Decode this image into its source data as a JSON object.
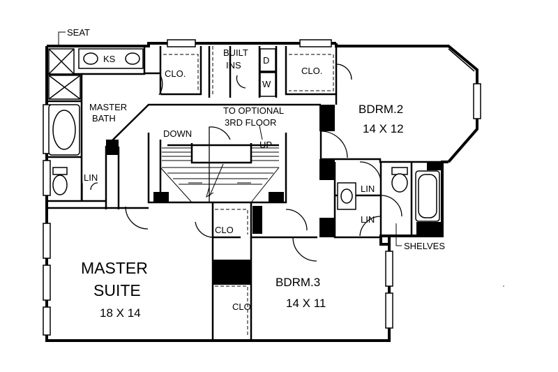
{
  "rooms": {
    "master_suite": {
      "name_line1": "MASTER",
      "name_line2": "SUITE",
      "size": "18 X 14"
    },
    "bdrm2": {
      "name": "BDRM.2",
      "size": "14 X 12"
    },
    "bdrm3": {
      "name": "BDRM.3",
      "size": "14 X 11"
    },
    "master_bath": {
      "line1": "MASTER",
      "line2": "BATH"
    }
  },
  "labels": {
    "seat": "SEAT",
    "ks": "KS",
    "clo": "CLO.",
    "clo_short": "CLO",
    "built_ins_line1": "BUILT",
    "built_ins_line2": "INS",
    "dryer": "D",
    "washer": "W",
    "optional_line1": "TO OPTIONAL",
    "optional_line2": "3RD FLOOR",
    "down": "DOWN",
    "up": "UP",
    "lin": "LIN",
    "shelves": "SHELVES"
  }
}
